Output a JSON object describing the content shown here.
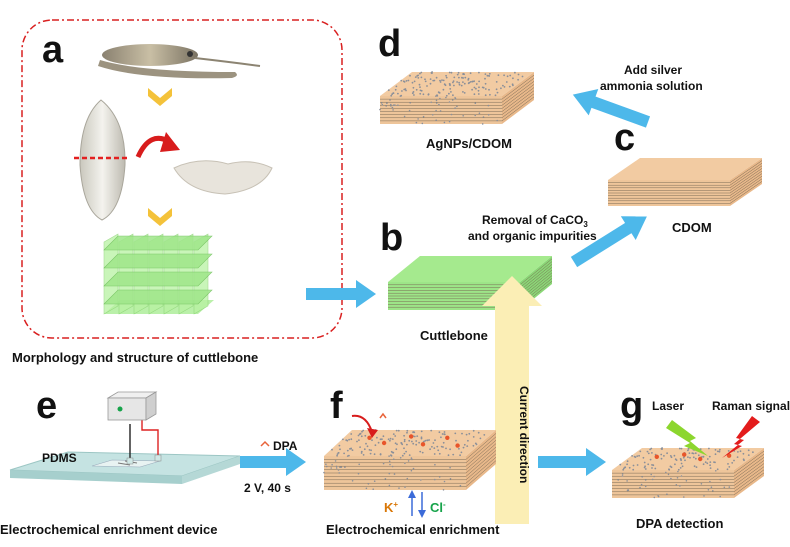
{
  "panels": {
    "a": "a",
    "b": "b",
    "c": "c",
    "d": "d",
    "e": "e",
    "f": "f",
    "g": "g"
  },
  "captions": {
    "morphology": "Morphology and structure of cuttlebone",
    "cuttlebone": "Cuttlebone",
    "cdom": "CDOM",
    "agnps": "AgNPs/CDOM",
    "device": "Electrochemical enrichment device",
    "enrichment": "Electrochemical enrichment",
    "detection": "DPA detection"
  },
  "annotations": {
    "removal_line1": "Removal of CaCO",
    "removal_sub": "3",
    "removal_line2": "and organic impurities",
    "silver_line1": "Add silver",
    "silver_line2": "ammonia solution",
    "pdms": "PDMS",
    "dpa": "DPA",
    "conditions": "2 V, 40 s",
    "current_direction": "Current direction",
    "k_ion": "K",
    "k_sup": "+",
    "cl_ion": "Cl",
    "cl_sup": "-",
    "laser": "Laser",
    "raman": "Raman signal"
  },
  "colors": {
    "cdom_top": "#f2cba2",
    "cdom_side": "#e8b88a",
    "cuttlebone_green": "#a5ea8e",
    "arrow_blue": "#4db8ea",
    "frame_red": "#d92020",
    "current_arrow": "#fbeeb5"
  },
  "icons": [
    "cuttlefish-icon",
    "chevron-down-icon",
    "curved-arrow-icon",
    "laser-bolt-icon",
    "raman-bolt-icon",
    "power-supply-icon"
  ]
}
